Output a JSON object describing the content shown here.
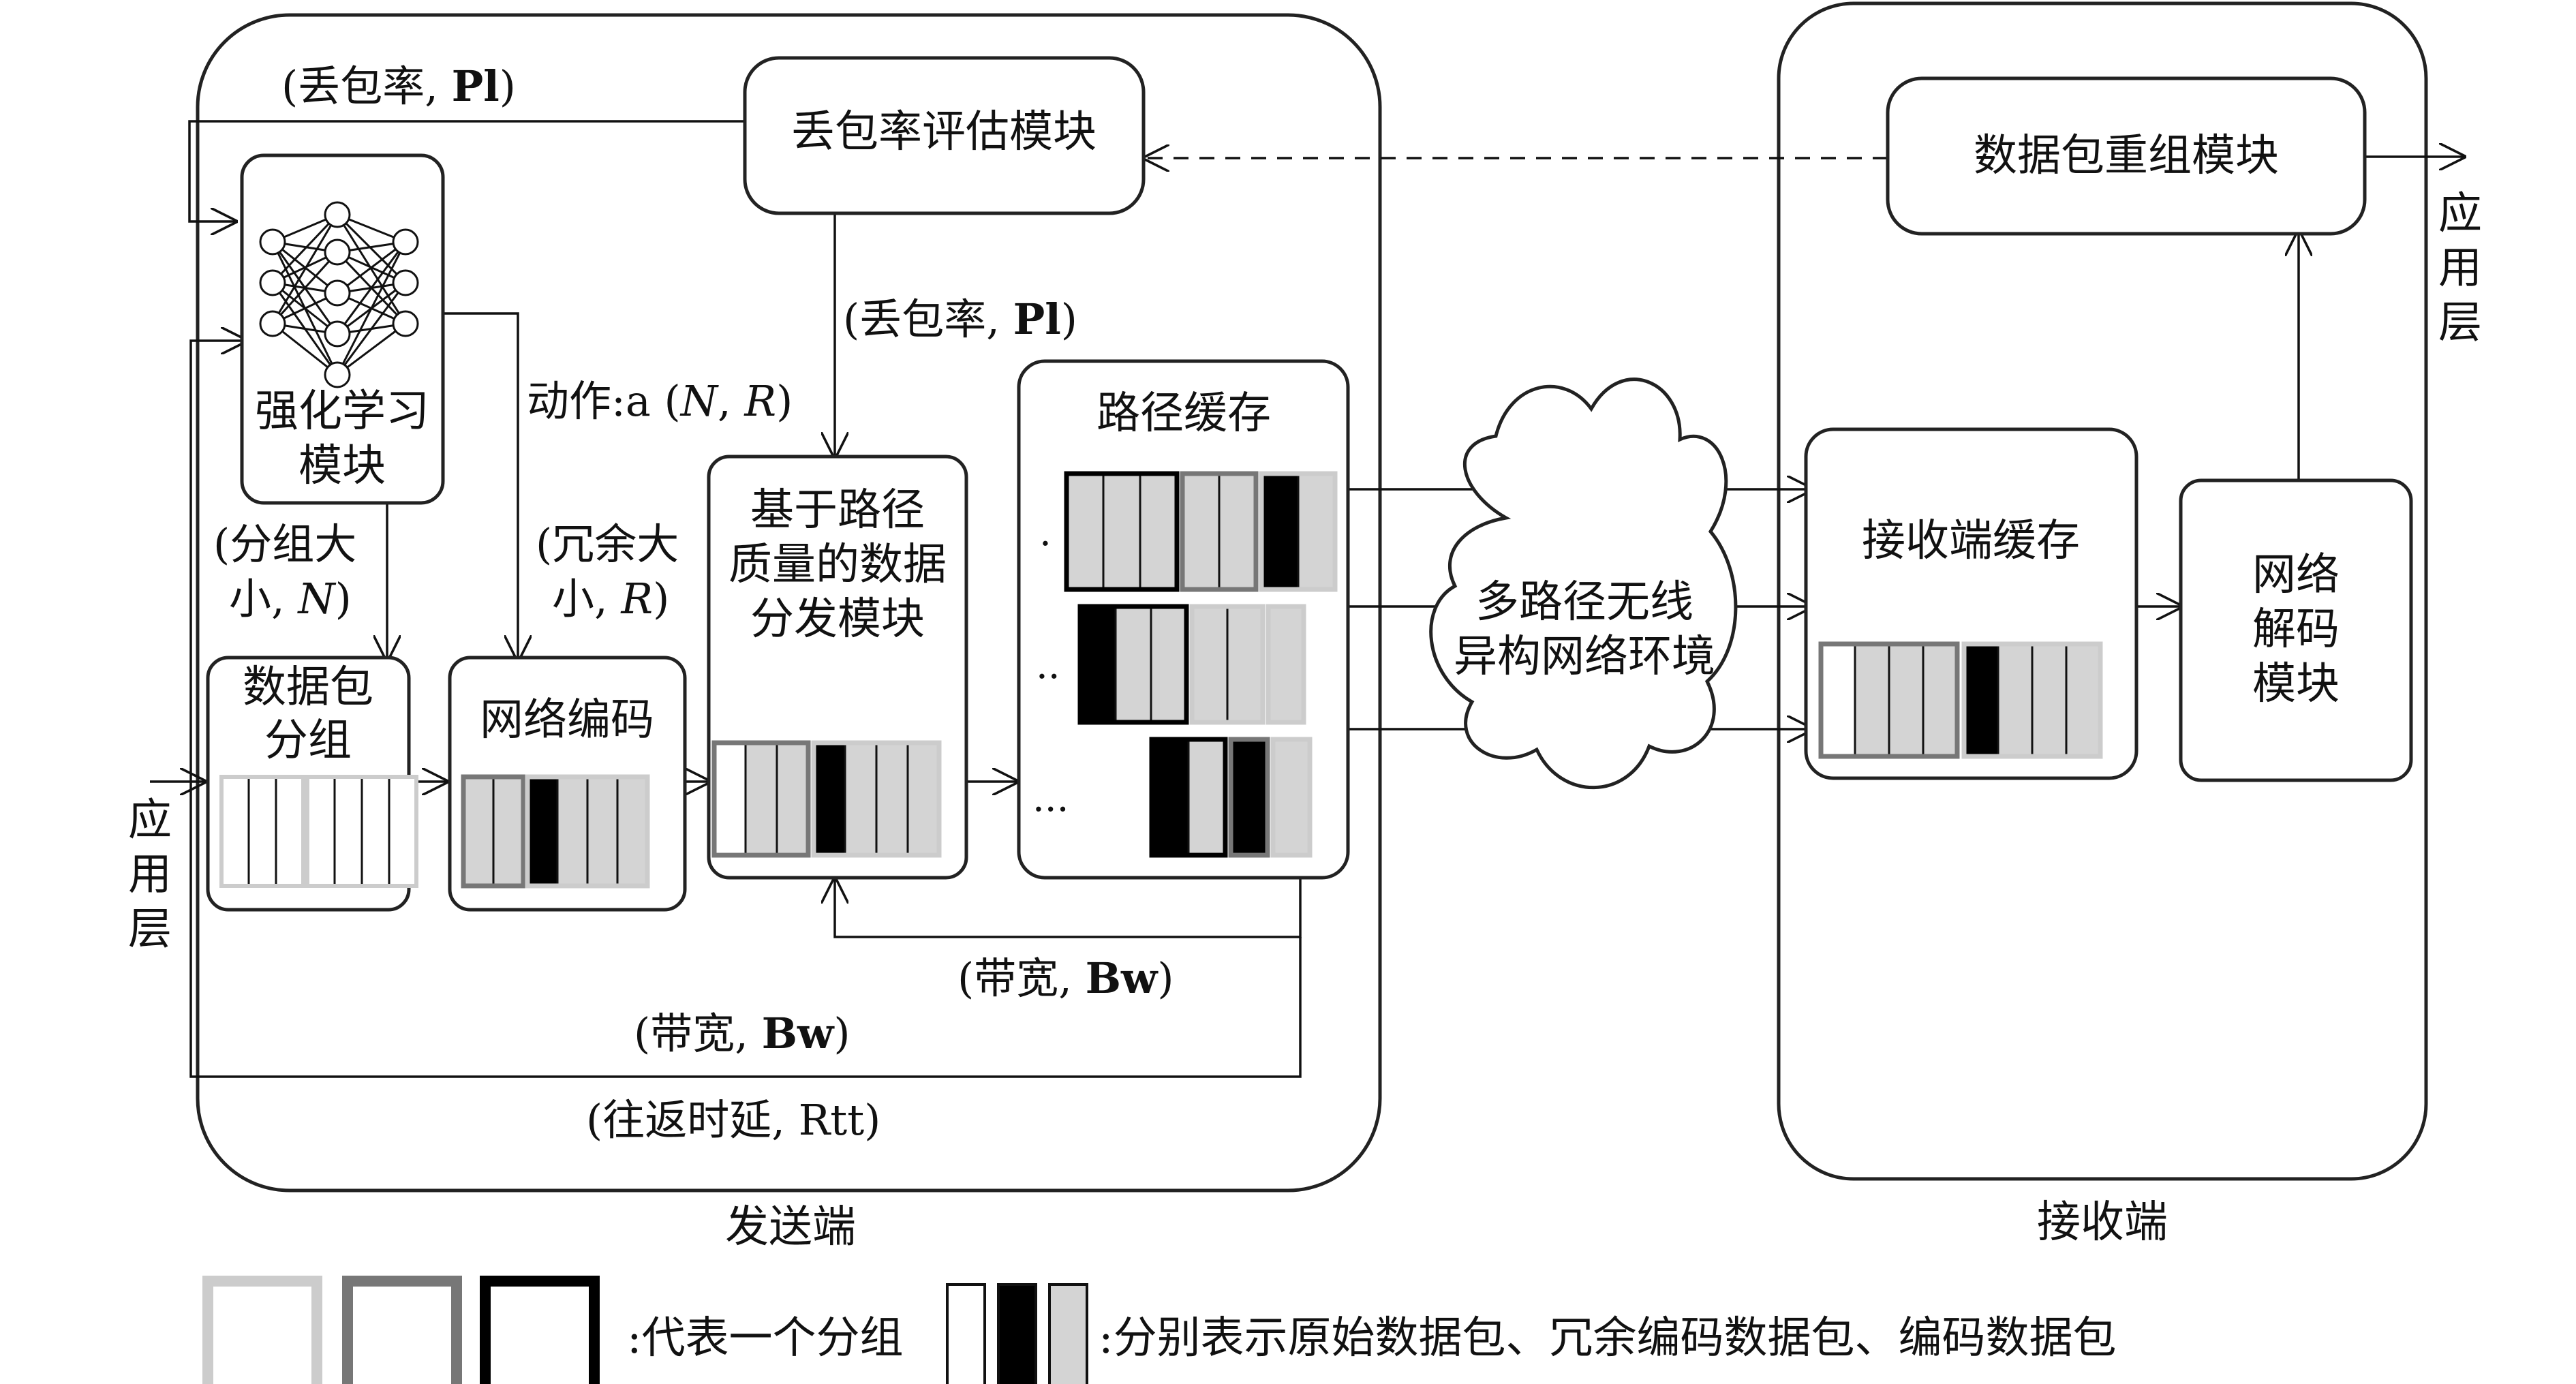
{
  "sender": {
    "label": "发送端",
    "loss_module": "丢包率评估模块",
    "rl_module": [
      "强化学习",
      "模块"
    ],
    "grouping_module": [
      "数据包",
      "分组"
    ],
    "encoding_module": "网络编码",
    "distribution_module": [
      "基于路径",
      "质量的数据",
      "分发模块"
    ],
    "path_cache": "路径缓存",
    "app_layer": [
      "应",
      "用",
      "层"
    ]
  },
  "network": {
    "label": [
      "多路径无线",
      "异构网络环境"
    ]
  },
  "receiver": {
    "label": "接收端",
    "reassembly_module": "数据包重组模块",
    "receiver_cache": "接收端缓存",
    "decoding_module": [
      "网络",
      "解码",
      "模块"
    ],
    "app_layer": [
      "应",
      "用",
      "层"
    ]
  },
  "annotations": {
    "loss_top": {
      "pre": "(丢包率, ",
      "bold": "Pl",
      "post": ")"
    },
    "loss_mid": {
      "pre": "(丢包率, ",
      "bold": "Pl",
      "post": ")"
    },
    "action": {
      "pre": "动作:a (",
      "n": "N",
      "sep": ", ",
      "r": "R",
      "post": ")"
    },
    "group_size": {
      "line1": "(分组大",
      "pre": "小, ",
      "var": "N",
      "post": ")"
    },
    "redundancy_size": {
      "line1": "(冗余大",
      "pre": "小, ",
      "var": "R",
      "post": ")"
    },
    "bw_right": {
      "pre": "(带宽, ",
      "bold": "Bw",
      "post": ")"
    },
    "bw_bottom": {
      "pre": "(带宽, ",
      "bold": "Bw",
      "post": ")"
    },
    "rtt": "(往返时延, Rtt)"
  },
  "dots": {
    "d1": ".",
    "d2": "..",
    "d3": "...",
    "d4": "..."
  },
  "legend": {
    "groups_text": ":代表一个分组",
    "packets_text": ":分别表示原始数据包、冗余编码数据包、编码数据包"
  },
  "colors": {
    "original_packet": "#ffffff",
    "redundant_packet": "#000000",
    "coded_packet": "#d4d4d4",
    "group_light": "#cccccc",
    "group_medium": "#777777",
    "group_dark": "#000000"
  }
}
